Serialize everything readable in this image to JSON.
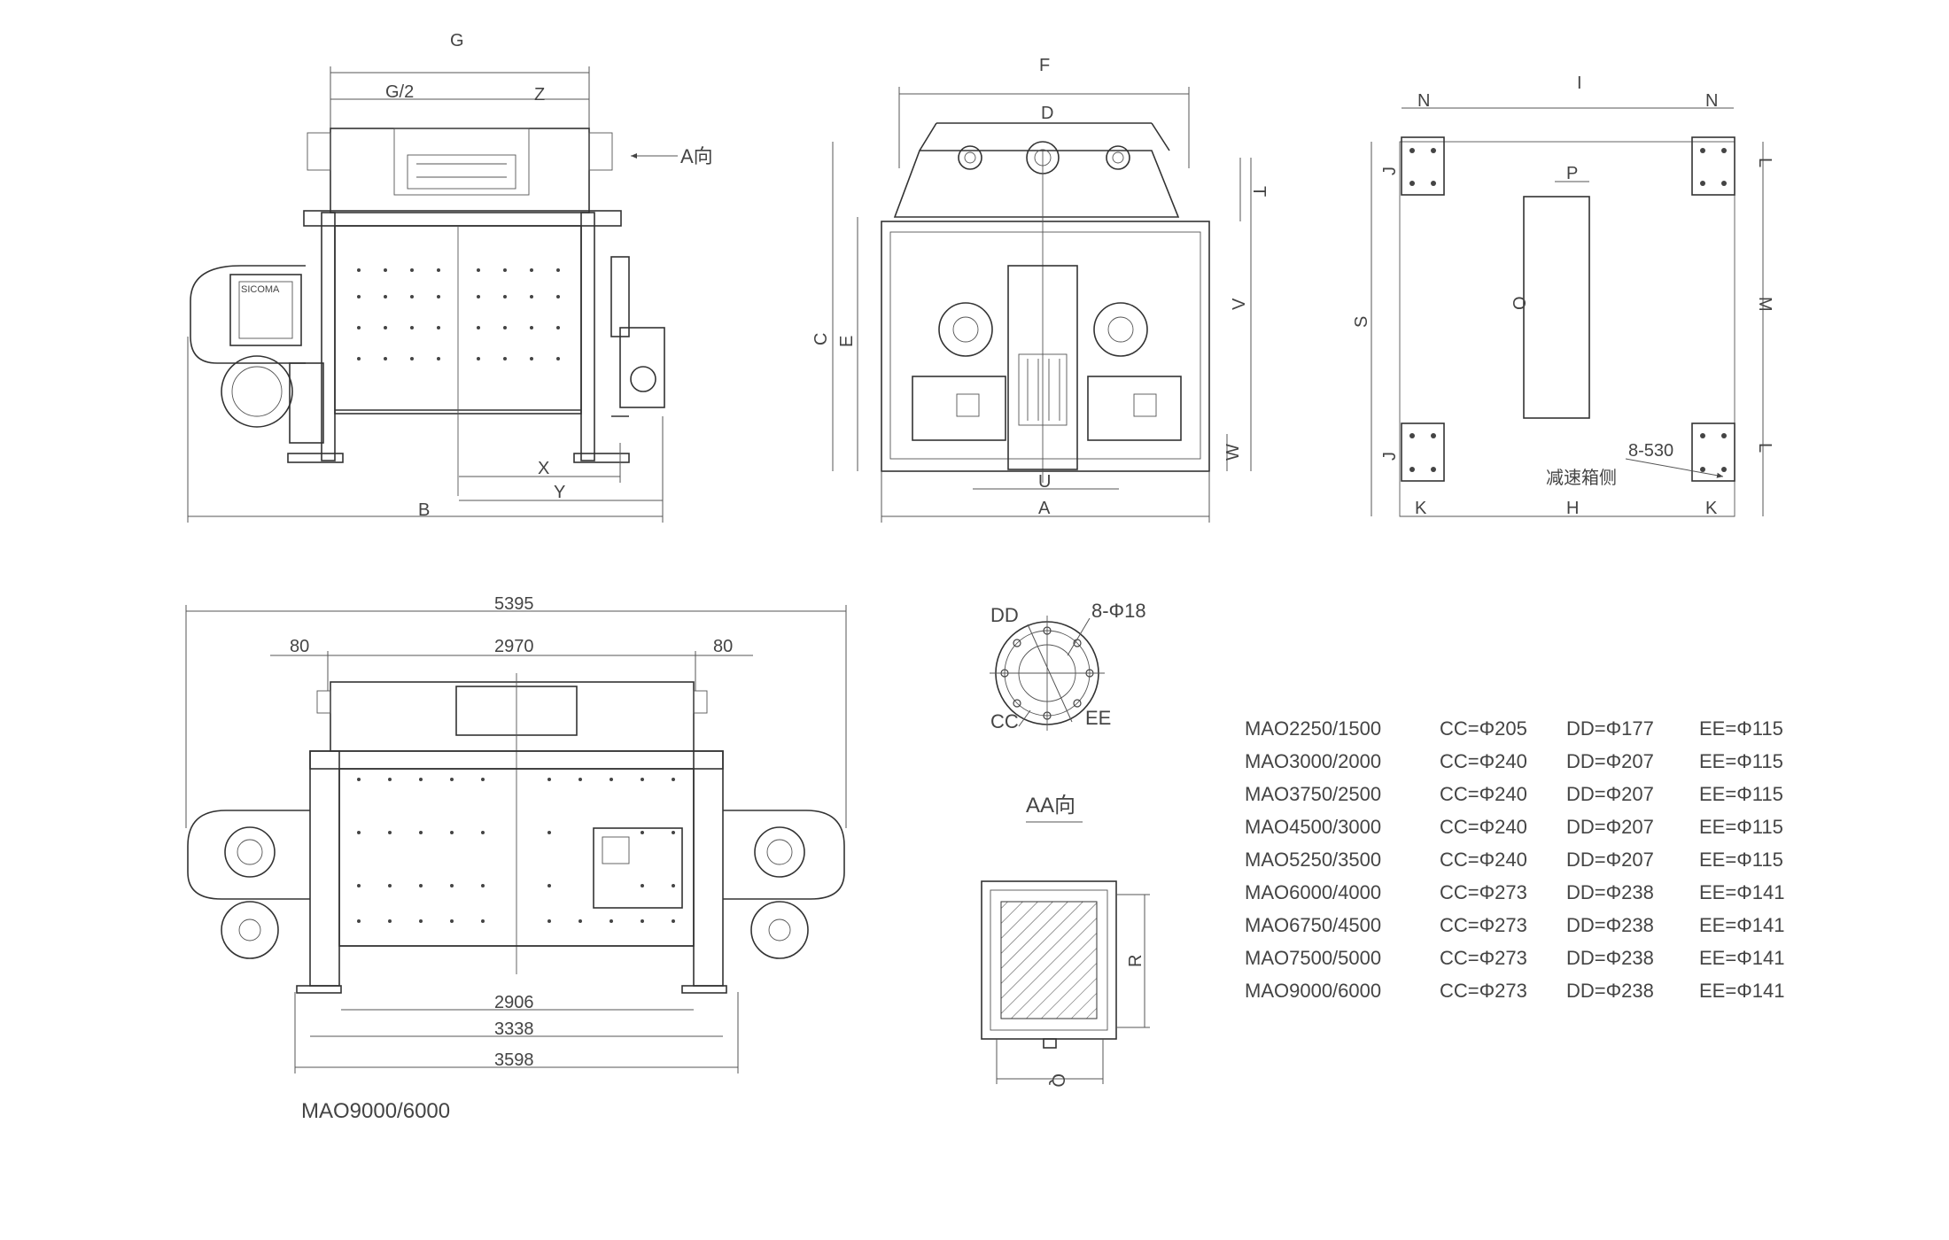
{
  "front_view": {
    "dims": {
      "G": "G",
      "G2": "G/2",
      "Z": "Z",
      "A_dir": "A向",
      "X": "X",
      "Y": "Y",
      "B": "B"
    },
    "brand": "SICOMA"
  },
  "side_view": {
    "dims": {
      "F": "F",
      "D": "D",
      "T": "T",
      "C": "C",
      "E": "E",
      "V": "V",
      "W": "W",
      "U": "U",
      "A": "A"
    }
  },
  "plan_view": {
    "dims": {
      "I": "I",
      "N1": "N",
      "N2": "N",
      "J1": "J",
      "J2": "J",
      "L1": "L",
      "L2": "L",
      "S": "S",
      "M": "M",
      "P": "P",
      "O": "O",
      "K1": "K",
      "K2": "K",
      "H": "H"
    },
    "holes": "8-530",
    "gearbox_side": "减速箱侧"
  },
  "bottom_view": {
    "dims": {
      "d5395": "5395",
      "d80a": "80",
      "d2970": "2970",
      "d80b": "80",
      "d2906": "2906",
      "d3338": "3338",
      "d3598": "3598"
    },
    "model": "MAO9000/6000"
  },
  "flange": {
    "DD": "DD",
    "holes": "8-Φ18",
    "CC": "CC",
    "EE": "EE"
  },
  "aa_view": {
    "title": "AA向",
    "R": "R",
    "Q": "Q"
  },
  "spec_table": [
    {
      "model": "MAO2250/1500",
      "cc": "CC=Φ205",
      "dd": "DD=Φ177",
      "ee": "EE=Φ115"
    },
    {
      "model": "MAO3000/2000",
      "cc": "CC=Φ240",
      "dd": "DD=Φ207",
      "ee": "EE=Φ115"
    },
    {
      "model": "MAO3750/2500",
      "cc": "CC=Φ240",
      "dd": "DD=Φ207",
      "ee": "EE=Φ115"
    },
    {
      "model": "MAO4500/3000",
      "cc": "CC=Φ240",
      "dd": "DD=Φ207",
      "ee": "EE=Φ115"
    },
    {
      "model": "MAO5250/3500",
      "cc": "CC=Φ240",
      "dd": "DD=Φ207",
      "ee": "EE=Φ115"
    },
    {
      "model": "MAO6000/4000",
      "cc": "CC=Φ273",
      "dd": "DD=Φ238",
      "ee": "EE=Φ141"
    },
    {
      "model": "MAO6750/4500",
      "cc": "CC=Φ273",
      "dd": "DD=Φ238",
      "ee": "EE=Φ141"
    },
    {
      "model": "MAO7500/5000",
      "cc": "CC=Φ273",
      "dd": "DD=Φ238",
      "ee": "EE=Φ141"
    },
    {
      "model": "MAO9000/6000",
      "cc": "CC=Φ273",
      "dd": "DD=Φ238",
      "ee": "EE=Φ141"
    }
  ]
}
